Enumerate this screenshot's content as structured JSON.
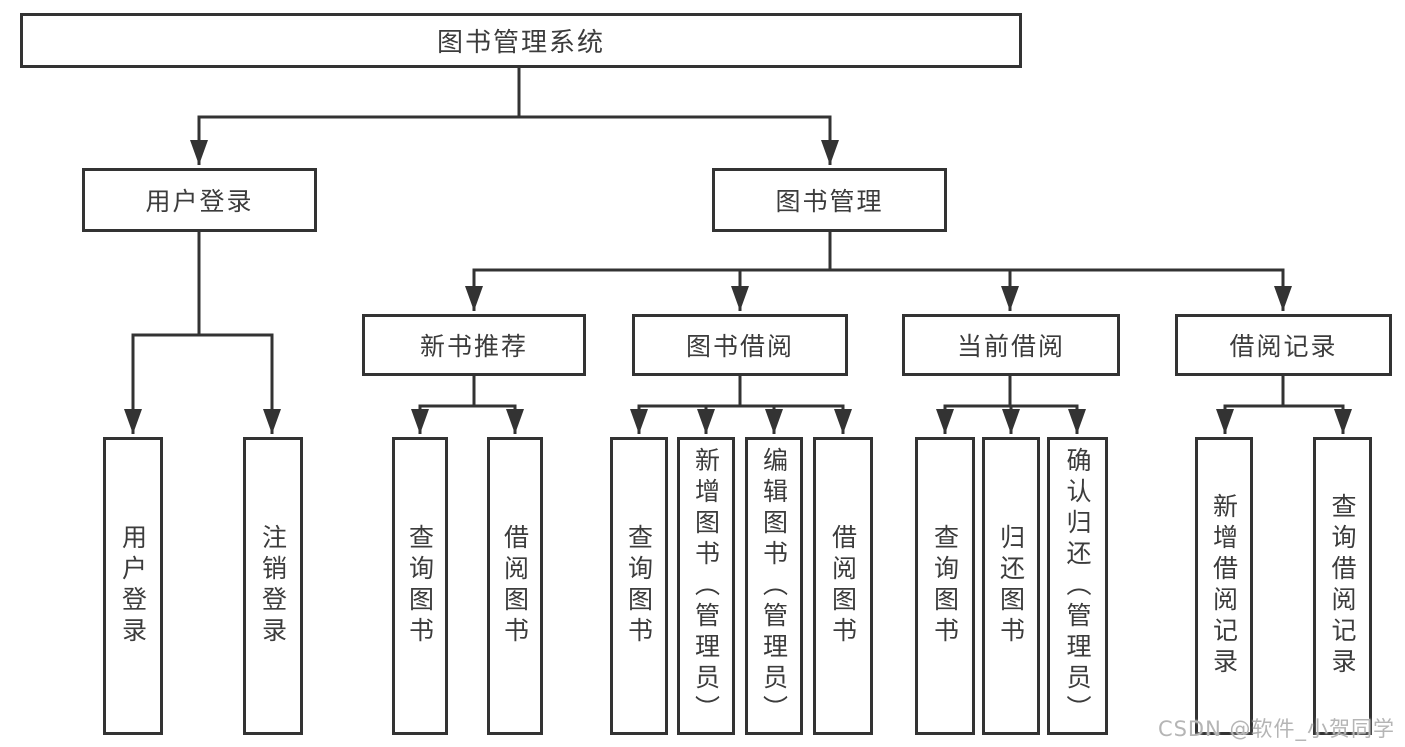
{
  "diagram": {
    "root": {
      "label": "图书管理系统"
    },
    "level2": {
      "user_login": {
        "label": "用户登录"
      },
      "book_mgmt": {
        "label": "图书管理"
      }
    },
    "level3": {
      "new_book_rec": {
        "label": "新书推荐"
      },
      "book_borrow": {
        "label": "图书借阅"
      },
      "current_borrow": {
        "label": "当前借阅"
      },
      "borrow_record": {
        "label": "借阅记录"
      }
    },
    "leaves": {
      "user_login_leaf": {
        "label": "用户登录"
      },
      "logout": {
        "label": "注销登录"
      },
      "rec_query_book": {
        "label": "查询图书"
      },
      "rec_borrow_book": {
        "label": "借阅图书"
      },
      "bb_query_book": {
        "label": "查询图书"
      },
      "bb_add_book": {
        "label": "新增图书（管理员）"
      },
      "bb_edit_book": {
        "label": "编辑图书（管理员）"
      },
      "bb_borrow_book": {
        "label": "借阅图书"
      },
      "cb_query_book": {
        "label": "查询图书"
      },
      "cb_return_book": {
        "label": "归还图书"
      },
      "cb_confirm_return": {
        "label": "确认归还（管理员）"
      },
      "br_add_record": {
        "label": "新增借阅记录"
      },
      "br_query_record": {
        "label": "查询借阅记录"
      }
    }
  },
  "watermark": {
    "text": "CSDN @软件_小贺同学"
  },
  "colors": {
    "line": "#333333",
    "box_border": "#333333",
    "text": "#3c3c3c",
    "background": "#ffffff",
    "watermark": "#b5b5b5"
  }
}
